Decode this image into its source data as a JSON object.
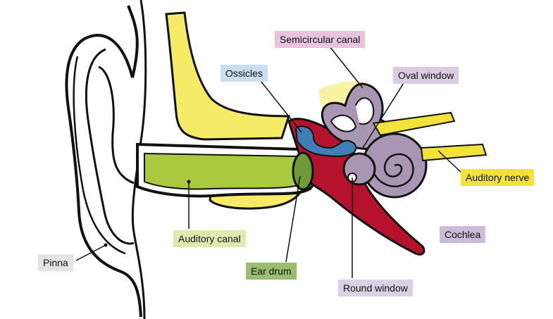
{
  "labels": {
    "semicircular_canal": {
      "text": "Semicircular canal",
      "bg": "#e8c3df"
    },
    "ossicles": {
      "text": "Ossicles",
      "bg": "#c9dff0"
    },
    "oval_window": {
      "text": "Oval window",
      "bg": "#d9cbe2"
    },
    "auditory_nerve": {
      "text": "Auditory nerve",
      "bg": "#f2e23a"
    },
    "auditory_canal": {
      "text": "Auditory canal",
      "bg": "#dfe9b2"
    },
    "cochlea": {
      "text": "Cochlea",
      "bg": "#cbbcd9"
    },
    "pinna": {
      "text": "Pinna",
      "bg": "#e4e4e4"
    },
    "ear_drum": {
      "text": "Ear drum",
      "bg": "#9bbd6e"
    },
    "round_window": {
      "text": "Round window",
      "bg": "#ddd0e6"
    }
  },
  "colors": {
    "outline": "#111111",
    "bone_yellow": "#f5eb66",
    "canal_green": "#a9c93f",
    "drum_green": "#6f9a3a",
    "middle_ear_red": "#b5122e",
    "ossicle_blue": "#3f7fb6",
    "cochlea_purple": "#a996b3",
    "nerve_yellow": "#f2e23a"
  }
}
